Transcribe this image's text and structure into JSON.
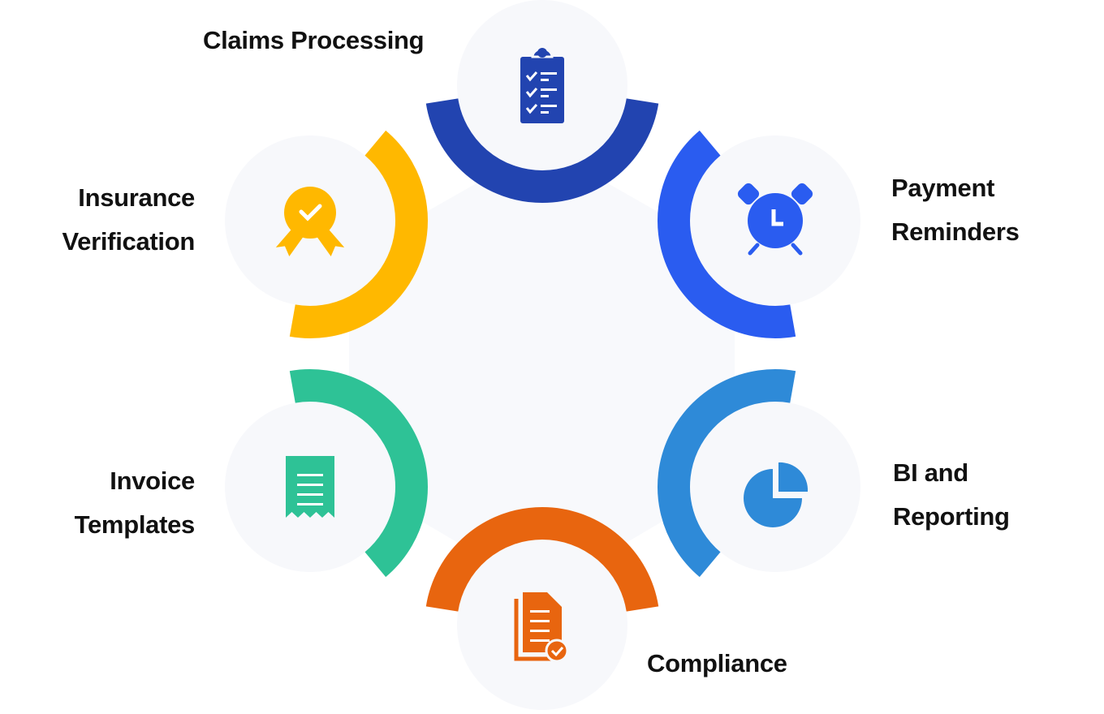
{
  "title": "Medical Billing Features",
  "items": [
    {
      "id": "claims",
      "lines": [
        "Claims Processing"
      ],
      "icon": "clipboard-check-icon",
      "color": "#2244b0"
    },
    {
      "id": "payment",
      "lines": [
        "Payment",
        "Reminders"
      ],
      "icon": "alarm-clock-icon",
      "color": "#2a5cf0"
    },
    {
      "id": "bi",
      "lines": [
        "BI and",
        "Reporting"
      ],
      "icon": "pie-chart-icon",
      "color": "#2e8ad8"
    },
    {
      "id": "compliance",
      "lines": [
        "Compliance"
      ],
      "icon": "document-check-icon",
      "color": "#e8650f"
    },
    {
      "id": "invoice",
      "lines": [
        "Invoice",
        "Templates"
      ],
      "icon": "receipt-icon",
      "color": "#2ec296"
    },
    {
      "id": "insurance",
      "lines": [
        "Insurance",
        "Verification"
      ],
      "icon": "award-badge-icon",
      "color": "#ffb800"
    }
  ]
}
